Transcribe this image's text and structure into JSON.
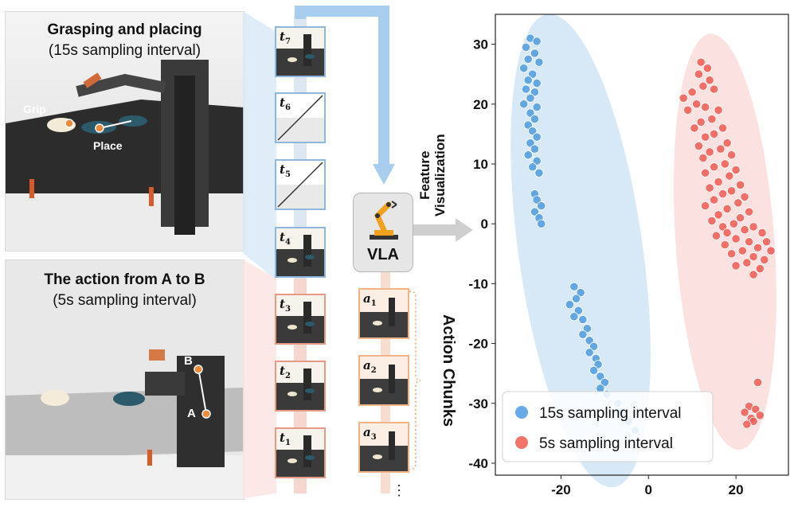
{
  "left_panel": {
    "top": {
      "title": "Grasping and placing",
      "subtitle": "(15s sampling interval)",
      "label_grip": "Grip",
      "label_place": "Place"
    },
    "bottom": {
      "title": "The action from A to B",
      "subtitle": "(5s sampling interval)",
      "label_a": "A",
      "label_b": "B"
    }
  },
  "timeline": {
    "frames": [
      {
        "id": "t7",
        "sym": "t",
        "sub": "7",
        "state": "sampled"
      },
      {
        "id": "t6",
        "sym": "t",
        "sub": "6",
        "state": "skipped"
      },
      {
        "id": "t5",
        "sym": "t",
        "sub": "5",
        "state": "skipped"
      },
      {
        "id": "t4",
        "sym": "t",
        "sub": "4",
        "state": "sampled"
      },
      {
        "id": "t3",
        "sym": "t",
        "sub": "3",
        "state": "sampled"
      },
      {
        "id": "t2",
        "sym": "t",
        "sub": "2",
        "state": "sampled"
      },
      {
        "id": "t1",
        "sym": "t",
        "sub": "1",
        "state": "sampled"
      }
    ],
    "actions": [
      {
        "id": "a1",
        "sym": "a",
        "sub": "1"
      },
      {
        "id": "a2",
        "sym": "a",
        "sub": "2"
      },
      {
        "id": "a3",
        "sym": "a",
        "sub": "3"
      }
    ],
    "ellipsis": "⋮"
  },
  "model": {
    "label": "VLA"
  },
  "feature_label": {
    "line1": "Feature",
    "line2": "Visualization"
  },
  "action_chunks_label": "Action Chunks",
  "colors": {
    "blue": "#4e9be0",
    "red": "#ef5a50",
    "blue_region": "#d7e8f6",
    "red_region": "#fbe2e0"
  },
  "chart_data": {
    "type": "scatter",
    "xlim": [
      -35,
      32
    ],
    "ylim": [
      -42,
      35
    ],
    "xticks": [
      "-20",
      "0",
      "20"
    ],
    "yticks": [
      "30",
      "20",
      "10",
      "0",
      "-10",
      "-20",
      "-30",
      "-40"
    ],
    "legend_placement": "bottom-center",
    "series": [
      {
        "name": "15s sampling interval",
        "color": "#4e9be0",
        "points": [
          [
            -27,
            31
          ],
          [
            -25.5,
            30.5
          ],
          [
            -28,
            29.5
          ],
          [
            -26,
            28.5
          ],
          [
            -27.5,
            27.5
          ],
          [
            -25,
            27
          ],
          [
            -28.5,
            26
          ],
          [
            -26.5,
            25
          ],
          [
            -27.5,
            24
          ],
          [
            -25.5,
            23.5
          ],
          [
            -28,
            22.5
          ],
          [
            -26,
            22
          ],
          [
            -27,
            21
          ],
          [
            -28.5,
            20
          ],
          [
            -25.5,
            19.5
          ],
          [
            -27,
            18.5
          ],
          [
            -26,
            17.5
          ],
          [
            -27.5,
            16.5
          ],
          [
            -26.5,
            15.5
          ],
          [
            -25.5,
            14.5
          ],
          [
            -27,
            13.5
          ],
          [
            -26,
            12.5
          ],
          [
            -27.5,
            11.5
          ],
          [
            -25.5,
            10.5
          ],
          [
            -26.5,
            9.5
          ],
          [
            -25,
            8.5
          ],
          [
            -26,
            5
          ],
          [
            -25.5,
            4
          ],
          [
            -24.5,
            3
          ],
          [
            -26,
            2
          ],
          [
            -25,
            1
          ],
          [
            -24.5,
            0
          ],
          [
            -17,
            -10.5
          ],
          [
            -15.5,
            -11.5
          ],
          [
            -16.5,
            -12.5
          ],
          [
            -18,
            -13.5
          ],
          [
            -16,
            -14.5
          ],
          [
            -17,
            -15.5
          ],
          [
            -15,
            -16
          ],
          [
            -14,
            -17.5
          ],
          [
            -15,
            -18.5
          ],
          [
            -13.5,
            -19.5
          ],
          [
            -12.5,
            -20.5
          ],
          [
            -13.5,
            -21.5
          ],
          [
            -12,
            -22.5
          ],
          [
            -11.5,
            -23.5
          ],
          [
            -12.5,
            -24.5
          ],
          [
            -11,
            -25.5
          ],
          [
            -10,
            -26.5
          ],
          [
            -11,
            -27.5
          ],
          [
            -9.5,
            -28.5
          ],
          [
            -7,
            -30
          ],
          [
            -6,
            -31.5
          ],
          [
            -4.5,
            -33
          ],
          [
            -3,
            -34.5
          ]
        ]
      },
      {
        "name": "5s sampling interval",
        "color": "#ef5a50",
        "points": [
          [
            12,
            27
          ],
          [
            13.5,
            26
          ],
          [
            11.5,
            25
          ],
          [
            14,
            24
          ],
          [
            12.5,
            23
          ],
          [
            15,
            22.5
          ],
          [
            10,
            22
          ],
          [
            8,
            21
          ],
          [
            11,
            20
          ],
          [
            13,
            19.5
          ],
          [
            9,
            19
          ],
          [
            16,
            19
          ],
          [
            14.5,
            17.5
          ],
          [
            12,
            17
          ],
          [
            10.5,
            16
          ],
          [
            17,
            16
          ],
          [
            15,
            15
          ],
          [
            13,
            14.5
          ],
          [
            18,
            13.5
          ],
          [
            11.5,
            13
          ],
          [
            16.5,
            12.5
          ],
          [
            14,
            12
          ],
          [
            19,
            11.5
          ],
          [
            12.5,
            11
          ],
          [
            17.5,
            10
          ],
          [
            15,
            9.5
          ],
          [
            20,
            9
          ],
          [
            13,
            8.5
          ],
          [
            18.5,
            8
          ],
          [
            16,
            7
          ],
          [
            21,
            6.5
          ],
          [
            14,
            6
          ],
          [
            19,
            5.5
          ],
          [
            17,
            5
          ],
          [
            22,
            4.5
          ],
          [
            15,
            4
          ],
          [
            20.5,
            3.5
          ],
          [
            13,
            3
          ],
          [
            18,
            2.5
          ],
          [
            23,
            2
          ],
          [
            16,
            1.5
          ],
          [
            21,
            1
          ],
          [
            14.5,
            0.5
          ],
          [
            19.5,
            0
          ],
          [
            17,
            -0.5
          ],
          [
            24,
            -0.5
          ],
          [
            22,
            -1
          ],
          [
            18,
            -1.5
          ],
          [
            26,
            -1.5
          ],
          [
            15.5,
            -2
          ],
          [
            20,
            -2.5
          ],
          [
            23,
            -3
          ],
          [
            27,
            -3
          ],
          [
            17.5,
            -3.5
          ],
          [
            25,
            -4
          ],
          [
            21.5,
            -4.5
          ],
          [
            28,
            -4.5
          ],
          [
            19,
            -5
          ],
          [
            24,
            -5.5
          ],
          [
            26.5,
            -6
          ],
          [
            22.5,
            -6.5
          ],
          [
            20,
            -7
          ],
          [
            25.5,
            -7.5
          ],
          [
            24,
            -8.5
          ],
          [
            23,
            -30.5
          ],
          [
            24.5,
            -31
          ],
          [
            22,
            -31.5
          ],
          [
            25.5,
            -32
          ],
          [
            23.5,
            -32.5
          ],
          [
            24,
            -33
          ],
          [
            22.5,
            -33.5
          ],
          [
            25,
            -26.5
          ]
        ]
      }
    ]
  }
}
